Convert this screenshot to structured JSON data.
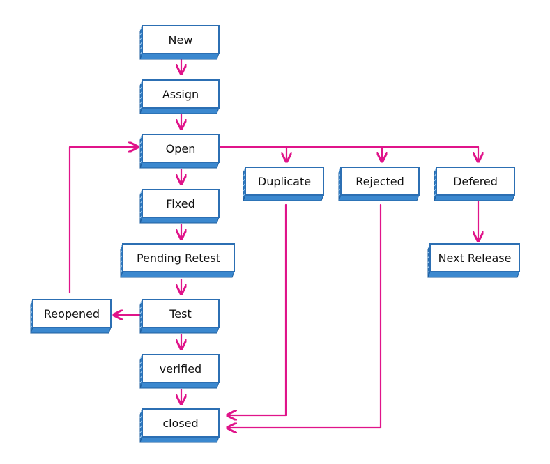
{
  "diagram": {
    "nodes": {
      "new": "New",
      "assign": "Assign",
      "open": "Open",
      "fixed": "Fixed",
      "pending_retest": "Pending Retest",
      "test": "Test",
      "verified": "verified",
      "closed": "closed",
      "reopened": "Reopened",
      "duplicate": "Duplicate",
      "rejected": "Rejected",
      "defered": "Defered",
      "next_release": "Next Release"
    },
    "colors": {
      "box_border": "#2c6fb3",
      "box_shadow": "#2f7cc4",
      "arrow": "#e0148a"
    }
  }
}
